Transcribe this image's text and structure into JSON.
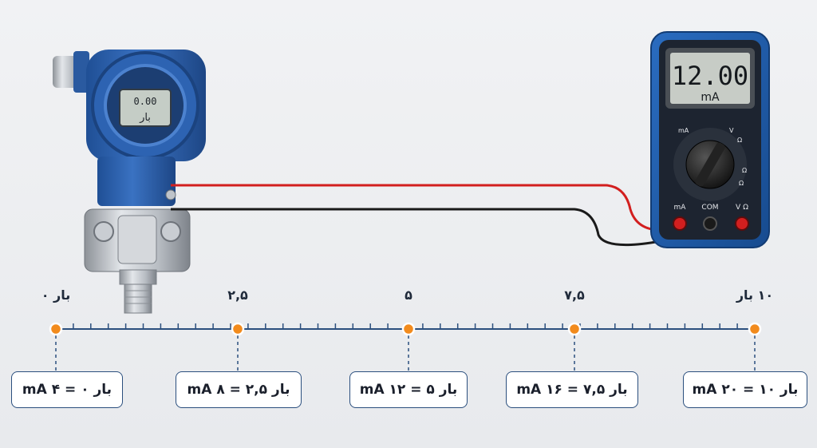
{
  "transmitter": {
    "display_value": "0.00",
    "display_unit": "بار"
  },
  "multimeter": {
    "reading": "12.00",
    "unit": "mA",
    "dial_labels": [
      "mA",
      "Ω",
      "V",
      "Ω",
      "Ω"
    ],
    "jack_labels": [
      "mA",
      "COM",
      "V Ω"
    ]
  },
  "scale": {
    "tick_labels": [
      "بار ۰",
      "۲,۵",
      "۵",
      "۷,۵",
      "۱۰ بار"
    ],
    "value_boxes": [
      "بار ۰ = ۴ mA",
      "بار ۲,۵ = ۸ mA",
      "بار ۵ = ۱۲ mA",
      "بار ۷,۵ = ۱۶ mA",
      "بار ۱۰ = ۲۰ mA"
    ]
  },
  "colors": {
    "transmitter_blue": "#2f63b0",
    "meter_blue": "#1f5aa8",
    "scale_line": "#2b4f7e",
    "marker_orange": "#f28b1d",
    "wire_red": "#d21f1f",
    "wire_black": "#1a1a1a"
  }
}
